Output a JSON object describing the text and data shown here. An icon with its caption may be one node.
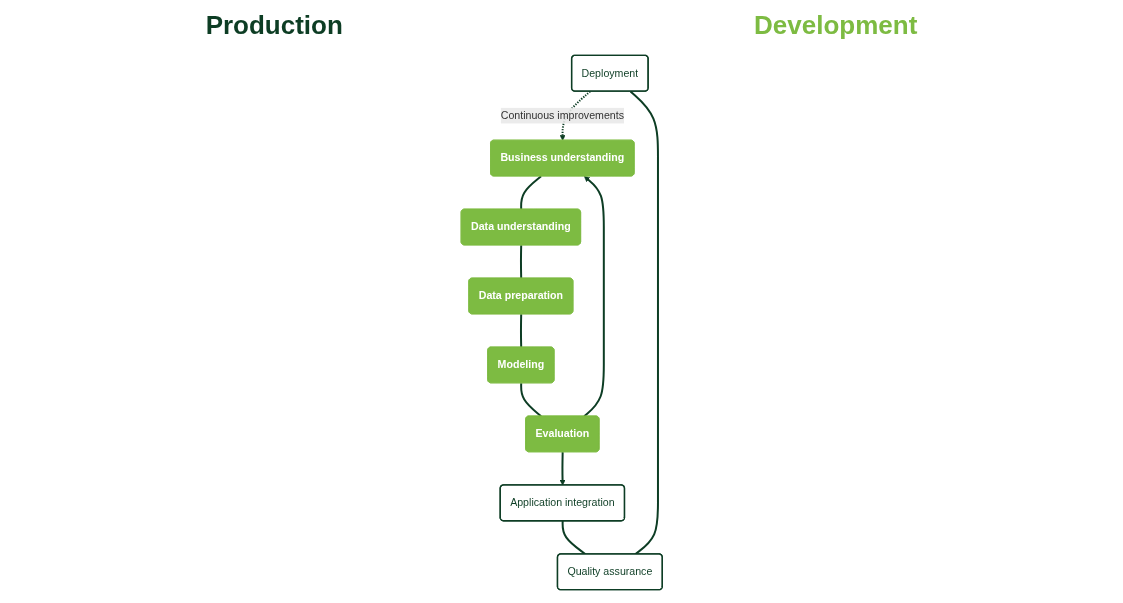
{
  "diagram": {
    "nodes": [
      {
        "text": [
          "Deployment"
        ]
      },
      {
        "text": [
          "Quality assurance"
        ]
      },
      {
        "text": [
          "Application integration"
        ]
      },
      {
        "text": [
          "Business understanding"
        ]
      },
      {
        "text": [
          "Data understanding"
        ]
      },
      {
        "text": [
          "Data preparation"
        ]
      },
      {
        "text": [
          "Modeling"
        ]
      },
      {
        "text": [
          "Evaluation"
        ]
      }
    ],
    "edges": [
      {
        "from": 0,
        "to": 3,
        "arrow": "to",
        "label": "Continuous improvements",
        "style": "dashed"
      },
      {
        "from": 3,
        "to": 4,
        "arrow": "none"
      },
      {
        "from": 4,
        "to": 5,
        "arrow": "none"
      },
      {
        "from": 5,
        "to": 6,
        "arrow": "none"
      },
      {
        "from": 6,
        "to": 7,
        "arrow": "none"
      },
      {
        "from": 7,
        "to": 3,
        "arrow": "to"
      },
      {
        "from": 7,
        "to": 2,
        "arrow": "to"
      },
      {
        "from": 2,
        "to": 1,
        "arrow": "none"
      },
      {
        "from": 1,
        "to": 0,
        "arrow": "none"
      }
    ],
    "labels": [
      "Production",
      "Development"
    ]
  }
}
